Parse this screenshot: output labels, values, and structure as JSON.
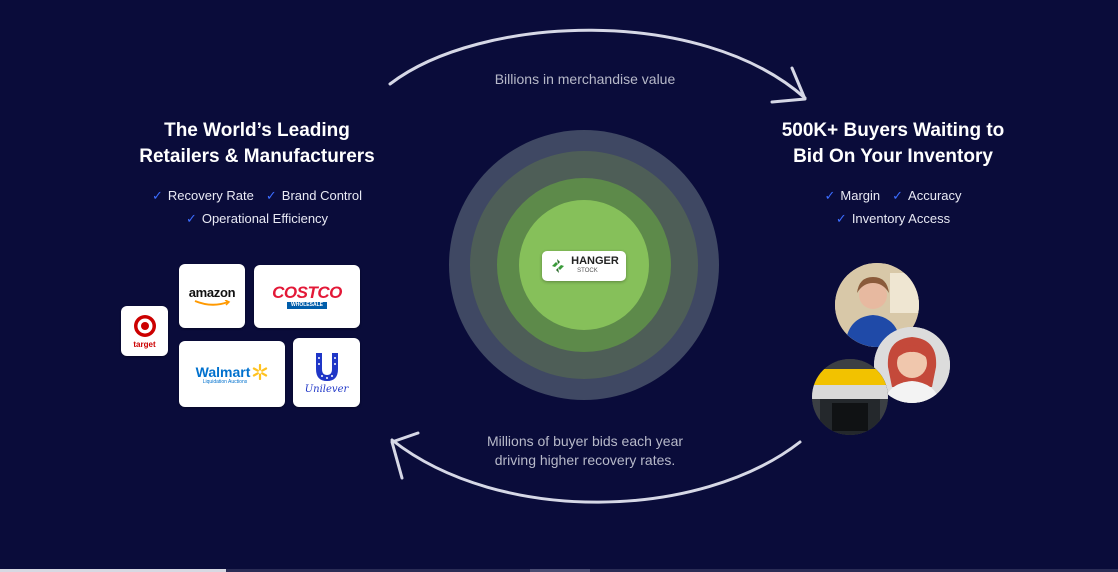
{
  "flow": {
    "top_label": "Billions in merchandise value",
    "bottom_label_line1": "Millions of buyer bids each year",
    "bottom_label_line2": "driving higher recovery rates."
  },
  "left": {
    "heading_line1": "The World’s Leading",
    "heading_line2": "Retailers & Manufacturers",
    "checks": [
      "Recovery Rate",
      "Brand Control",
      "Operational Efficiency"
    ],
    "logos": {
      "target": "target",
      "amazon": "amazon",
      "costco": "COSTCO",
      "costco_sub": "WHOLESALE",
      "walmart": "Walmart",
      "walmart_sub": "Liquidation Auctions",
      "unilever": "Unilever"
    }
  },
  "right": {
    "heading_line1": "500K+ Buyers Waiting to",
    "heading_line2": "Bid On Your Inventory",
    "checks": [
      "Margin",
      "Accuracy",
      "Inventory Access"
    ]
  },
  "center": {
    "brand_name": "HANGER",
    "brand_sub": "STOCK"
  },
  "colors": {
    "background": "#0a0c3a",
    "check_blue": "#3b6cff",
    "ring_outer": "#3f4863",
    "ring_mid": "#4e6e4e",
    "ring_inner": "#6aa04a",
    "ring_core": "#86c05a",
    "costco_red": "#e31837",
    "costco_blue": "#005daa",
    "walmart_blue": "#0071ce",
    "walmart_yellow": "#ffc220",
    "unilever_blue": "#1f36c7",
    "target_red": "#cc0000",
    "hanger_green": "#3a9b3a"
  },
  "icons": [
    "check-icon",
    "flow-arrow-icon",
    "hanger-stock-logo-icon",
    "walmart-spark-icon",
    "target-bullseye-icon",
    "unilever-u-icon"
  ]
}
